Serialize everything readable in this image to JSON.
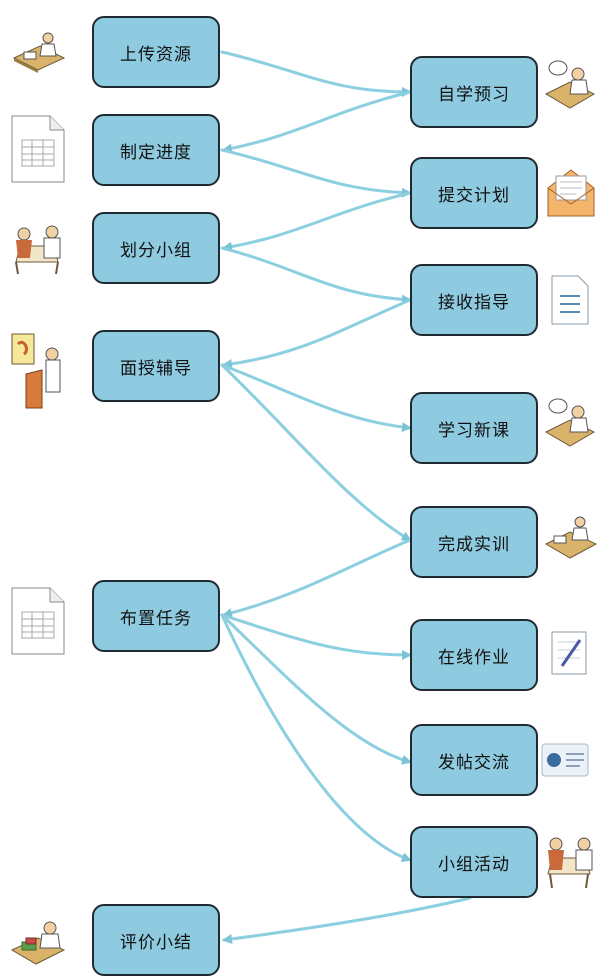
{
  "teacher": {
    "upload": "上传资源",
    "schedule": "制定进度",
    "group": "划分小组",
    "tutor": "面授辅导",
    "assign": "布置任务",
    "evaluate": "评价小结"
  },
  "student": {
    "preview": "自学预习",
    "plan": "提交计划",
    "guidance": "接收指导",
    "newcourse": "学习新课",
    "practice": "完成实训",
    "homework": "在线作业",
    "post": "发帖交流",
    "activity": "小组活动"
  },
  "colors": {
    "node_fill": "#8ecbe0",
    "node_border": "#1f2a30",
    "arrow": "#7cc3d6"
  }
}
